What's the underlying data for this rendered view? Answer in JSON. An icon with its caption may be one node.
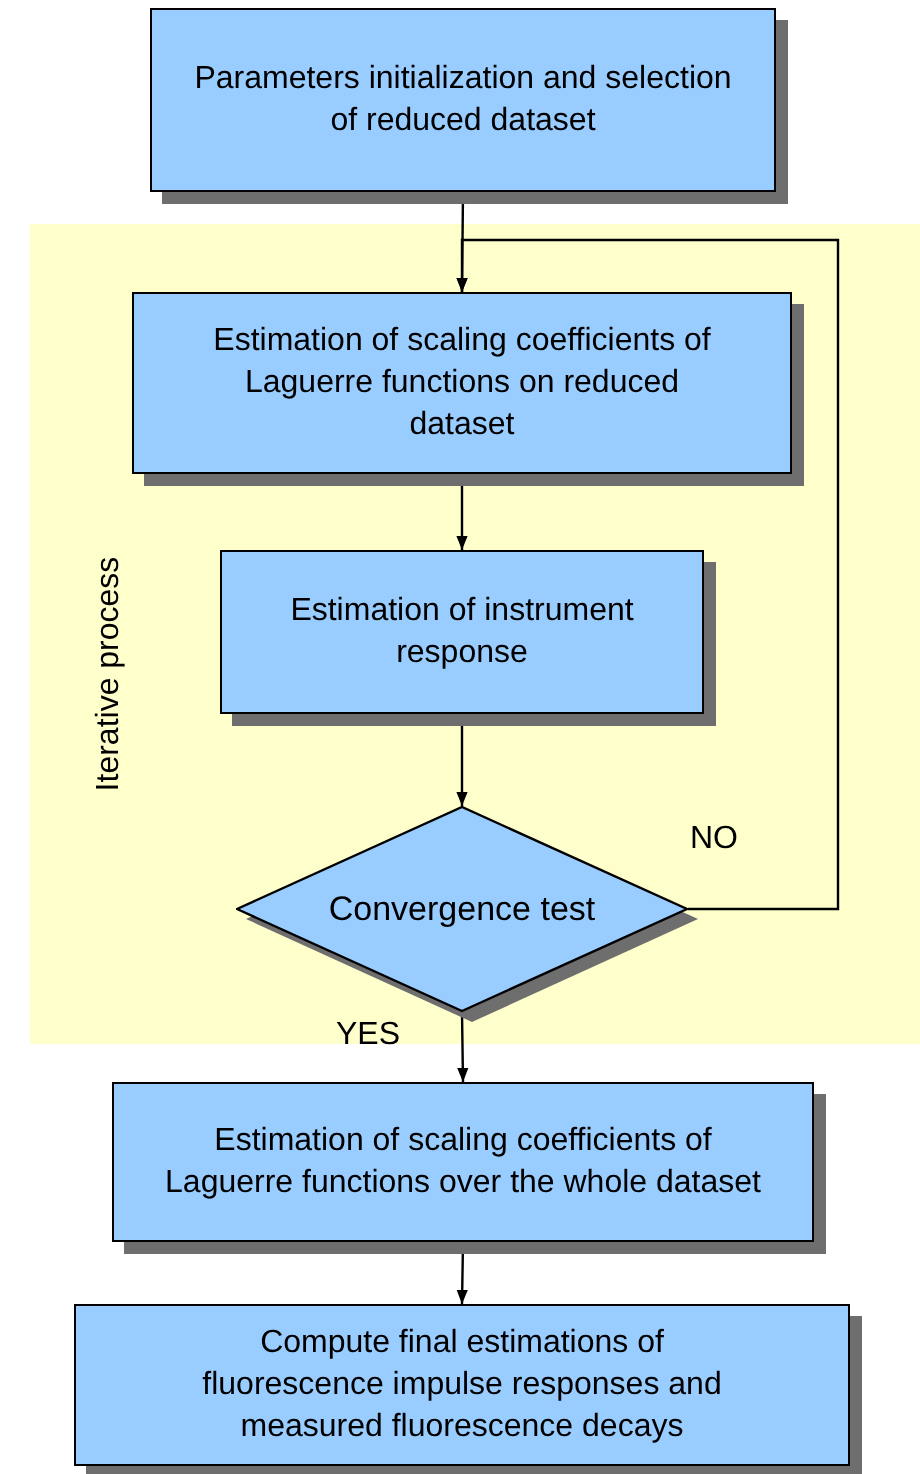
{
  "diagram": {
    "nodes": [
      {
        "text": [
          "Parameters initialization and selection of reduced dataset"
        ]
      },
      {
        "text": [
          "Iterative process"
        ]
      },
      {
        "text": [
          "Estimation of scaling coefficients of Laguerre functions on reduced dataset"
        ],
        "in": 1
      },
      {
        "text": [
          "Estimation of instrument response"
        ],
        "in": 1
      },
      {
        "text": [
          "Convergence test"
        ],
        "in": 1
      },
      {
        "text": [
          "Estimation of scaling coefficients of Laguerre functions over the whole dataset"
        ]
      },
      {
        "text": [
          "Compute final estimations of fluorescence impulse responses and measured fluorescence decays"
        ]
      }
    ],
    "edges": [
      {
        "from": 0,
        "to": 2,
        "arrow": "to"
      },
      {
        "from": 2,
        "to": 3,
        "arrow": "to"
      },
      {
        "from": 3,
        "to": 4,
        "arrow": "to"
      },
      {
        "from": 4,
        "to": 2,
        "arrow": "to",
        "label": "NO"
      },
      {
        "from": 4,
        "to": 5,
        "arrow": "to",
        "label": "YES"
      },
      {
        "from": 5,
        "to": 6,
        "arrow": "to"
      }
    ]
  }
}
